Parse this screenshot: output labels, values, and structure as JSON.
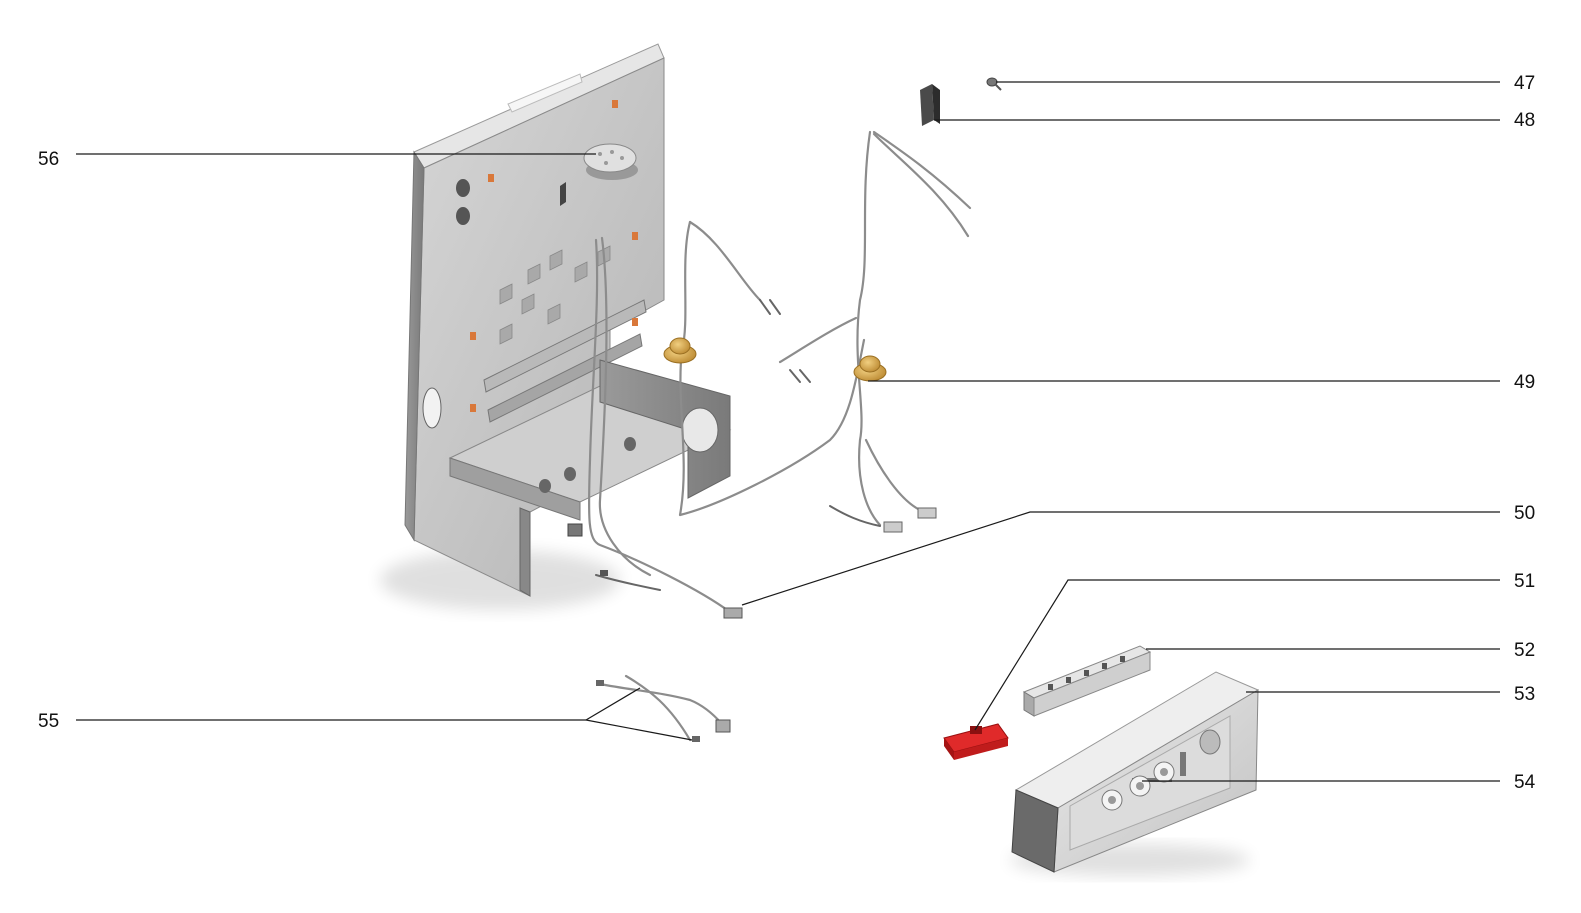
{
  "diagram": {
    "parts": [
      {
        "id": "47",
        "label": "47",
        "name": "screw"
      },
      {
        "id": "48",
        "label": "48",
        "name": "sensor"
      },
      {
        "id": "49",
        "label": "49",
        "name": "cable-grommet"
      },
      {
        "id": "50",
        "label": "50",
        "name": "wiring-harness"
      },
      {
        "id": "51",
        "label": "51",
        "name": "fuse-holder"
      },
      {
        "id": "52",
        "label": "52",
        "name": "terminal-strip"
      },
      {
        "id": "53",
        "label": "53",
        "name": "control-box"
      },
      {
        "id": "54",
        "label": "54",
        "name": "control-knob"
      },
      {
        "id": "55",
        "label": "55",
        "name": "cable-set"
      },
      {
        "id": "56",
        "label": "56",
        "name": "pressure-gauge"
      }
    ],
    "colors": {
      "panel_front": "#c9c9c9",
      "panel_side": "#8f8f8f",
      "panel_top": "#e4e4e4",
      "grommet": "#d8a84a",
      "fuse_holder": "#d11f1f",
      "accent_orange": "#d9783a",
      "line": "#1a1a1a"
    }
  }
}
